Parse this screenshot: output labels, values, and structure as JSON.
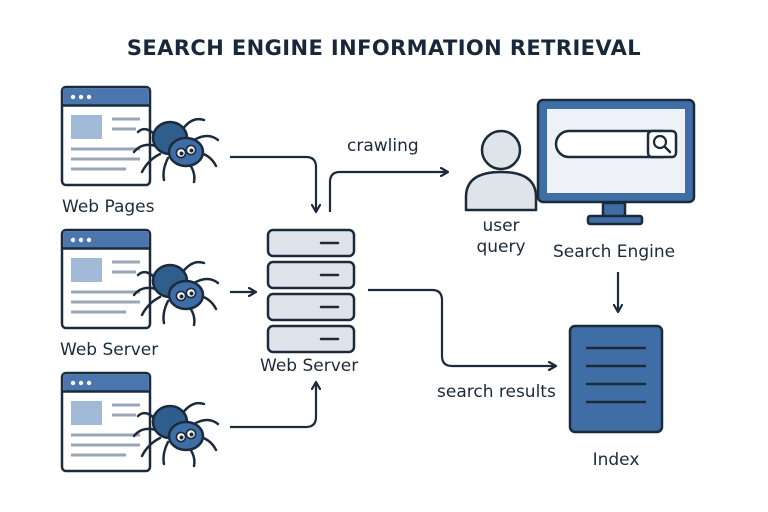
{
  "title": "SEARCH ENGINE INFORMATION RETRIEVAL",
  "labels": {
    "web_pages": "Web Pages",
    "web_server_left": "Web Server",
    "web_server_center": "Web Server",
    "crawling": "crawling",
    "user_query_line1": "user",
    "user_query_line2": "query",
    "search_engine": "Search Engine",
    "search_results": "search results",
    "index": "Index"
  },
  "colors": {
    "outline": "#1b2b3c",
    "accent_blue": "#3f6ea6",
    "browser_bar": "#4a76ad",
    "light_fill": "#dfe4ea",
    "screen_fill": "#eef1f5",
    "spider_body": "#3a6b9a"
  }
}
